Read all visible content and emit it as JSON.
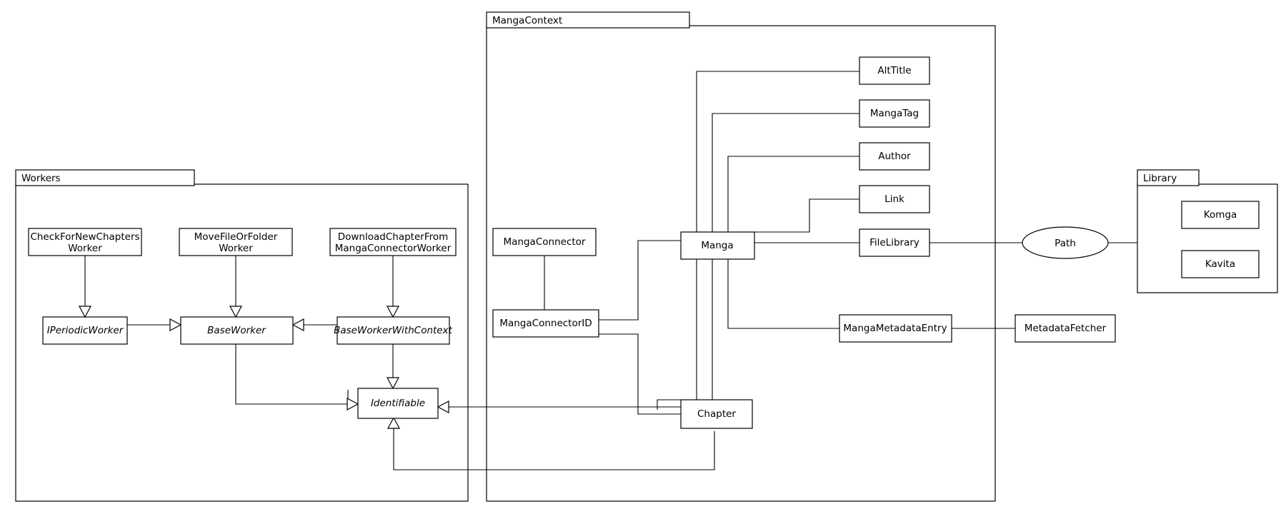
{
  "diagram": {
    "title": "Class relationship diagram",
    "type": "uml-class-diagram",
    "background_color": "#ffffff",
    "line_color": "#000000"
  },
  "packages": [
    {
      "id": "workers",
      "label": "Workers"
    },
    {
      "id": "mangacontext",
      "label": "MangaContext"
    },
    {
      "id": "library",
      "label": "Library"
    }
  ],
  "nodes": {
    "checkfornewchaptersworker": {
      "label_line1": "CheckForNewChapters",
      "label_line2": "Worker",
      "abstract": false
    },
    "movefileorfolderworker": {
      "label_line1": "MoveFileOrFolder",
      "label_line2": "Worker",
      "abstract": false
    },
    "downloadchapterfrommangaconnectorworker": {
      "label_line1": "DownloadChapterFrom",
      "label_line2": "MangaConnectorWorker",
      "abstract": false
    },
    "iperiodicworker": {
      "label_line1": "IPeriodicWorker",
      "label_line2": "",
      "abstract": true
    },
    "baseworker": {
      "label_line1": "BaseWorker",
      "label_line2": "",
      "abstract": true
    },
    "baseworkerwithcontext": {
      "label_line1": "BaseWorkerWithContext",
      "label_line2": "",
      "abstract": true
    },
    "identifiable": {
      "label_line1": "Identifiable",
      "label_line2": "",
      "abstract": true
    },
    "mangaconnector": {
      "label_line1": "MangaConnector",
      "label_line2": "",
      "abstract": false
    },
    "mangaconnectorid": {
      "label_line1": "MangaConnectorID",
      "label_line2": "",
      "abstract": false
    },
    "manga": {
      "label_line1": "Manga",
      "label_line2": "",
      "abstract": false
    },
    "chapter": {
      "label_line1": "Chapter",
      "label_line2": "",
      "abstract": false
    },
    "alttitle": {
      "label_line1": "AltTitle",
      "label_line2": "",
      "abstract": false
    },
    "mangatag": {
      "label_line1": "MangaTag",
      "label_line2": "",
      "abstract": false
    },
    "author": {
      "label_line1": "Author",
      "label_line2": "",
      "abstract": false
    },
    "link": {
      "label_line1": "Link",
      "label_line2": "",
      "abstract": false
    },
    "filelibrary": {
      "label_line1": "FileLibrary",
      "label_line2": "",
      "abstract": false
    },
    "mangametadataentry": {
      "label_line1": "MangaMetadataEntry",
      "label_line2": "",
      "abstract": false
    },
    "metadatafetcher": {
      "label_line1": "MetadataFetcher",
      "label_line2": "",
      "abstract": false
    },
    "path": {
      "label_line1": "Path",
      "label_line2": "",
      "abstract": false
    },
    "komga": {
      "label_line1": "Komga",
      "label_line2": "",
      "abstract": false
    },
    "kavita": {
      "label_line1": "Kavita",
      "label_line2": "",
      "abstract": false
    }
  },
  "relationships": [
    {
      "from": "checkfornewchaptersworker",
      "to": "iperiodicworker",
      "kind": "generalization"
    },
    {
      "from": "movefileorfolderworker",
      "to": "baseworker",
      "kind": "generalization"
    },
    {
      "from": "downloadchapterfrommangaconnectorworker",
      "to": "baseworkerwithcontext",
      "kind": "generalization"
    },
    {
      "from": "iperiodicworker",
      "to": "baseworker",
      "kind": "generalization"
    },
    {
      "from": "baseworkerwithcontext",
      "to": "baseworker",
      "kind": "generalization"
    },
    {
      "from": "baseworker",
      "to": "identifiable",
      "kind": "generalization"
    },
    {
      "from": "baseworkerwithcontext",
      "to": "identifiable",
      "kind": "generalization"
    },
    {
      "from": "mangaconnector",
      "to": "mangaconnectorid",
      "kind": "association"
    },
    {
      "from": "mangaconnectorid",
      "to": "manga",
      "kind": "association"
    },
    {
      "from": "mangaconnectorid",
      "to": "chapter",
      "kind": "association"
    },
    {
      "from": "manga",
      "to": "alttitle",
      "kind": "association"
    },
    {
      "from": "manga",
      "to": "mangatag",
      "kind": "association"
    },
    {
      "from": "manga",
      "to": "author",
      "kind": "association"
    },
    {
      "from": "manga",
      "to": "link",
      "kind": "association"
    },
    {
      "from": "manga",
      "to": "filelibrary",
      "kind": "association"
    },
    {
      "from": "manga",
      "to": "mangametadataentry",
      "kind": "association"
    },
    {
      "from": "manga",
      "to": "chapter",
      "kind": "association"
    },
    {
      "from": "manga",
      "to": "identifiable",
      "kind": "generalization"
    },
    {
      "from": "chapter",
      "to": "identifiable",
      "kind": "generalization"
    },
    {
      "from": "filelibrary",
      "to": "path",
      "kind": "association"
    },
    {
      "from": "path",
      "to": "library",
      "kind": "association"
    },
    {
      "from": "mangametadataentry",
      "to": "metadatafetcher",
      "kind": "association"
    }
  ]
}
